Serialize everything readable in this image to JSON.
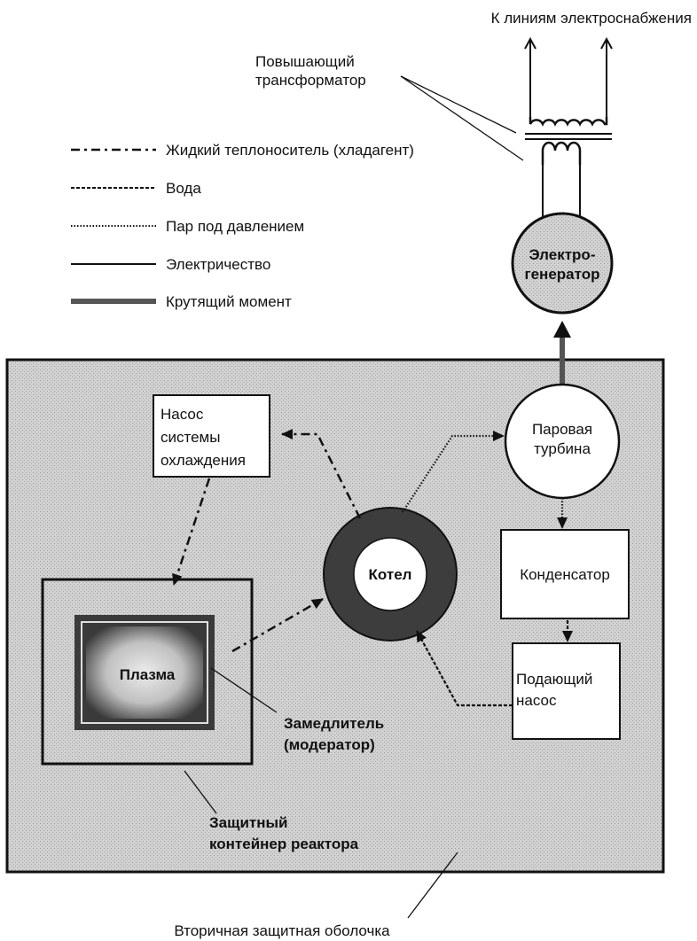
{
  "top": {
    "power_lines": "К линиям электроснабжения"
  },
  "transformer": {
    "label_line1": "Повышающий",
    "label_line2": "трансформатор"
  },
  "legend": {
    "liquid_coolant": "Жидкий теплоноситель (хладагент)",
    "water": "Вода",
    "steam": "Пар под давлением",
    "electricity": "Электричество",
    "torque": "Крутящий момент"
  },
  "generator": {
    "line1": "Электро-",
    "line2": "генератор"
  },
  "turbine": {
    "line1": "Паровая",
    "line2": "турбина"
  },
  "pump": {
    "line1": "Насос",
    "line2": "системы",
    "line3": "охлаждения"
  },
  "boiler": {
    "label": "Котел"
  },
  "condenser": {
    "label": "Конденсатор"
  },
  "feed_pump": {
    "line1": "Подающий",
    "line2": "насос"
  },
  "plasma": {
    "label": "Плазма"
  },
  "moderator": {
    "line1": "Замедлитель",
    "line2": "(модератор)"
  },
  "reactor_container": {
    "line1": "Защитный",
    "line2": "контейнер реактора"
  },
  "secondary_shell": {
    "label": "Вторичная защитная оболочка"
  },
  "colors": {
    "enclosure_fill": "#cfcfcf",
    "boiler_ring": "#3d3d3d",
    "plasma_core": "#e3e3e3",
    "plasma_edge": "#333333",
    "torque_line": "#555555"
  }
}
